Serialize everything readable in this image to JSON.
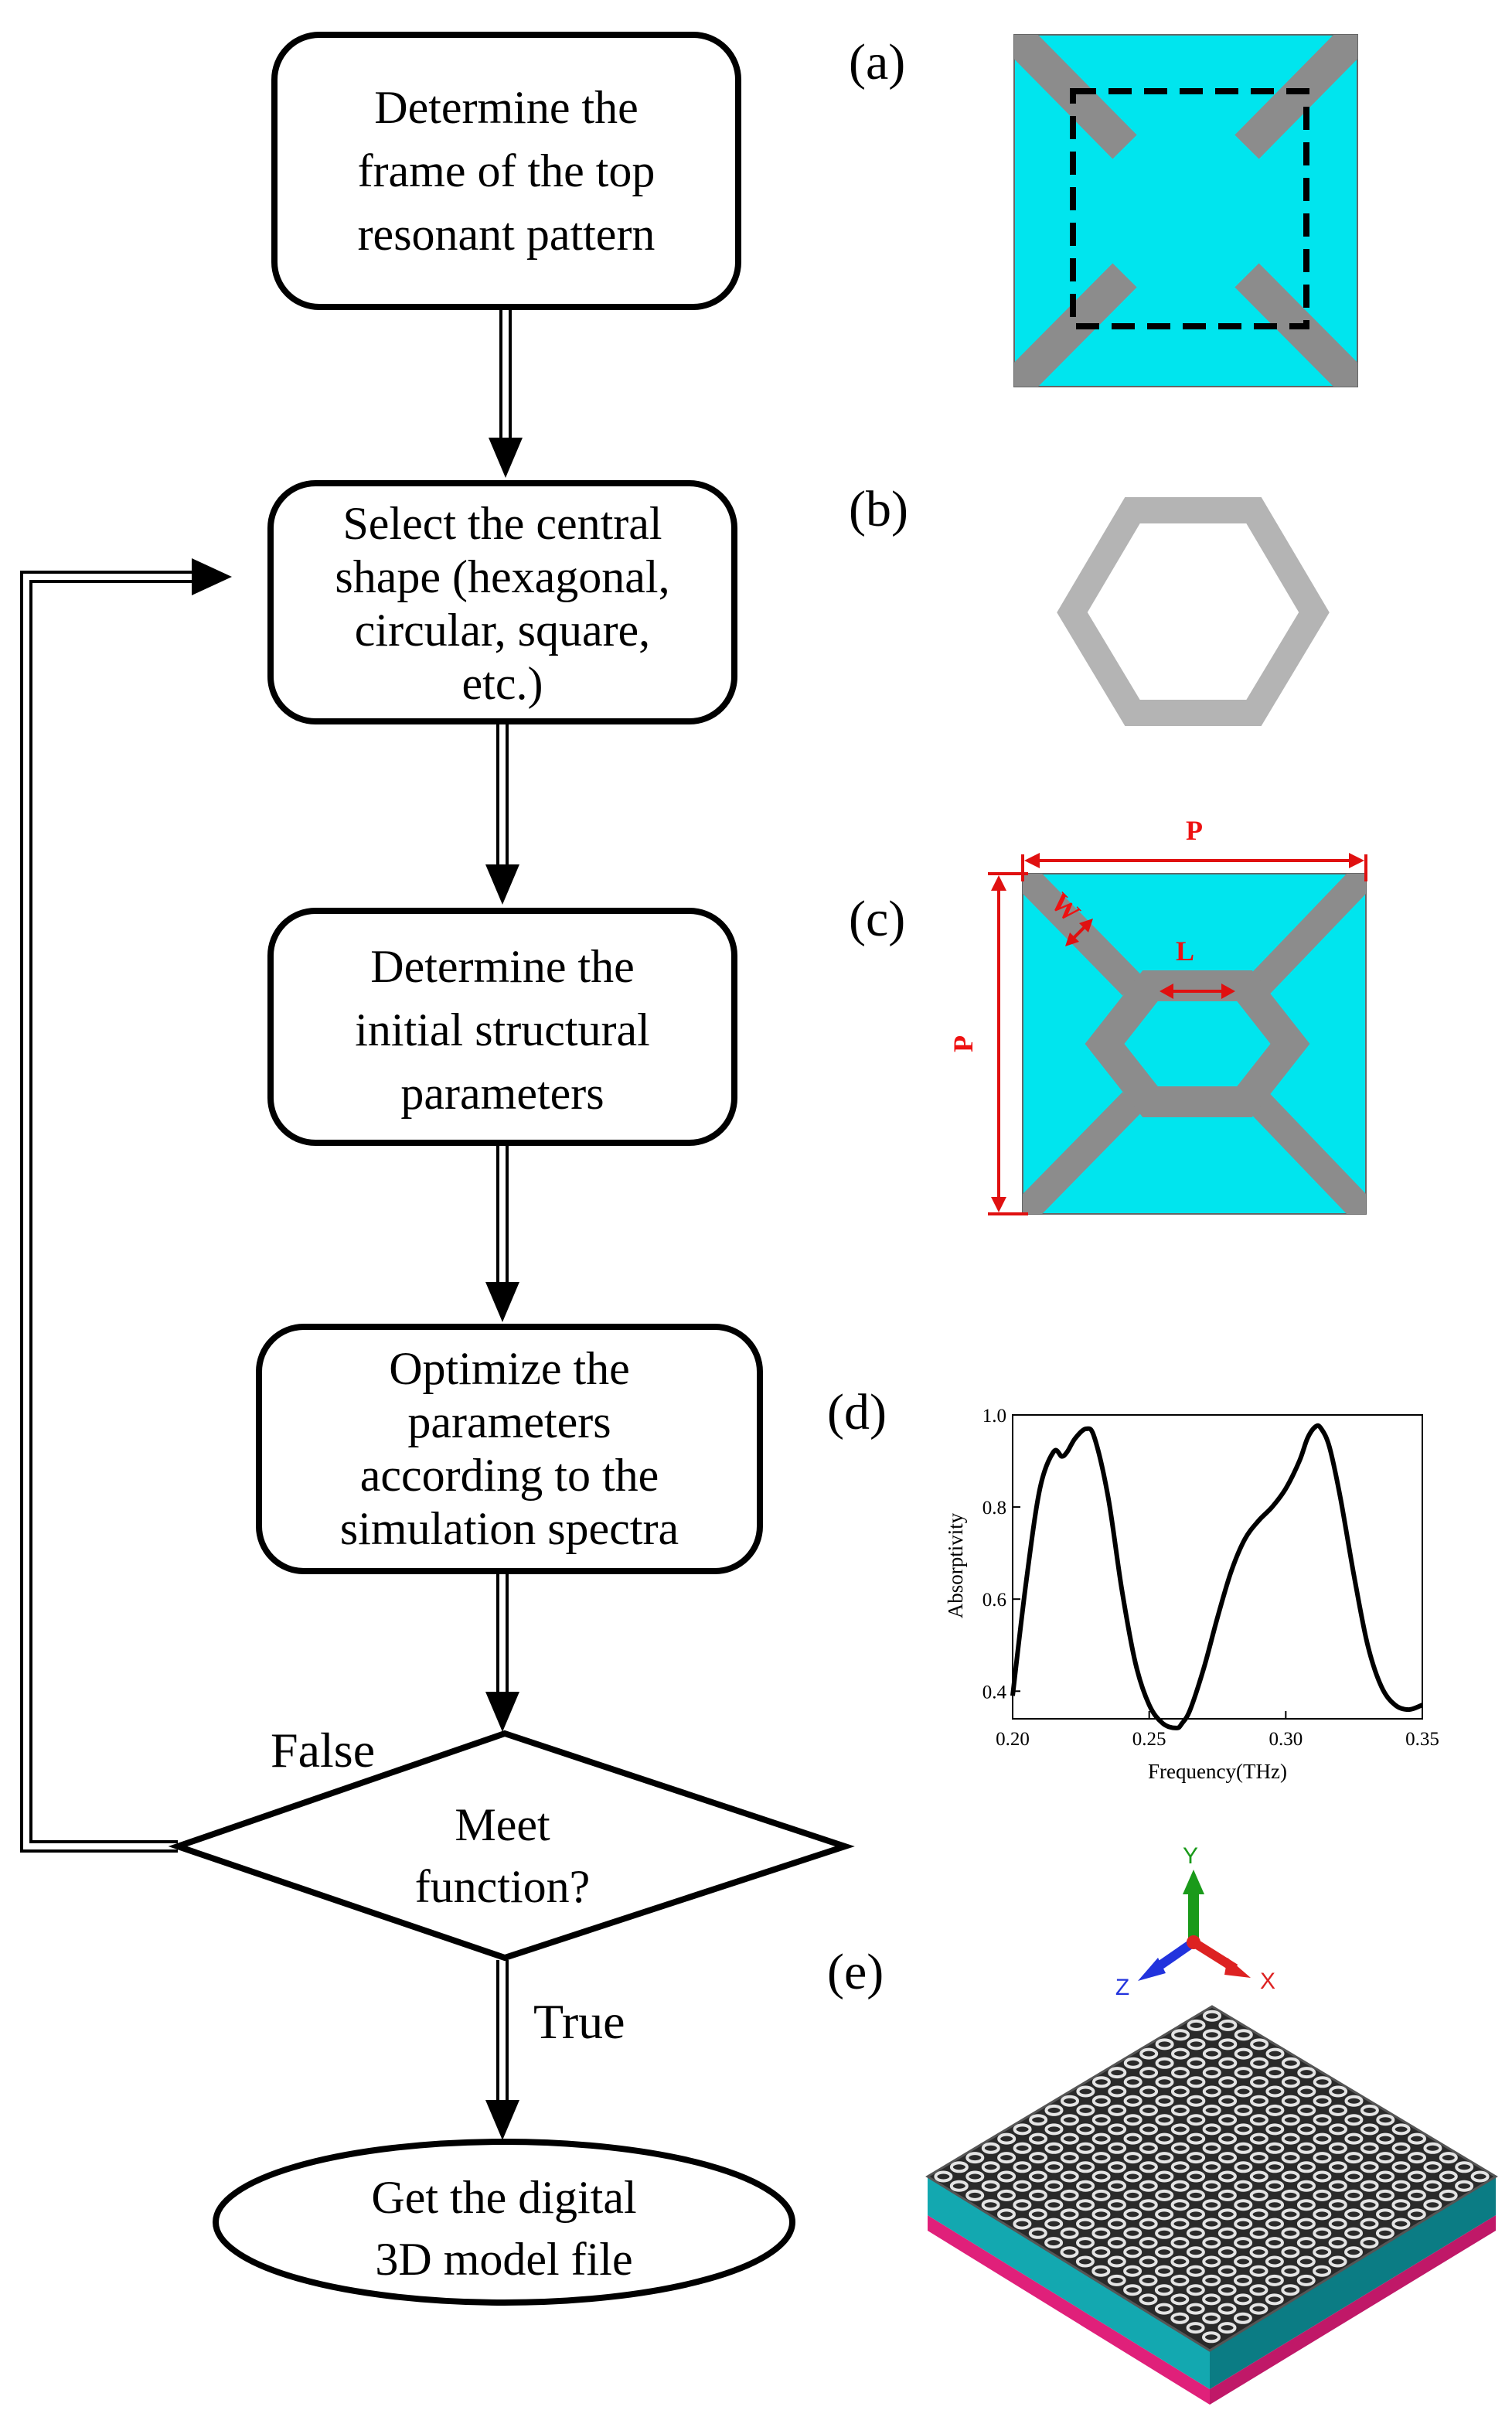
{
  "flowchart": {
    "steps": [
      {
        "lines": [
          "Determine the",
          "frame of the top",
          "resonant pattern"
        ]
      },
      {
        "lines": [
          "Select the central",
          "shape (hexagonal,",
          "circular, square,",
          "etc.)"
        ]
      },
      {
        "lines": [
          "Determine the",
          "initial structural",
          "parameters"
        ]
      },
      {
        "lines": [
          "Optimize the",
          "parameters",
          "according to the",
          "simulation spectra"
        ]
      }
    ],
    "decision": {
      "lines": [
        "Meet",
        "function?"
      ]
    },
    "false_label": "False",
    "true_label": "True",
    "end": {
      "lines": [
        "Get the digital",
        "3D model file"
      ]
    }
  },
  "panels": {
    "a": {
      "label": "(a)"
    },
    "b": {
      "label": "(b)"
    },
    "c": {
      "label": "(c)",
      "dim_period_top": "P",
      "dim_period_side": "P",
      "dim_width": "W",
      "dim_length": "L"
    },
    "d": {
      "label": "(d)"
    },
    "e": {
      "label": "(e)",
      "axes": {
        "y": "Y",
        "z": "Z",
        "x": "X"
      }
    }
  },
  "colors": {
    "dielectric": "#00e5ee",
    "metal": "#8c8c8c",
    "metal_light": "#b4b4b4",
    "dimension": "#e01010",
    "substrate_pink": "#e0207a",
    "slab_teal": "#0e9aa2",
    "axis_y": "#1a9a1a",
    "axis_z": "#2233dd",
    "axis_x": "#dd2222"
  },
  "chart_data": {
    "type": "line",
    "title": "",
    "xlabel": "Frequency(THz)",
    "ylabel": "Absorptivity",
    "xlim": [
      0.2,
      0.35
    ],
    "ylim": [
      0.34,
      1.0
    ],
    "xticks": [
      "0.20",
      "0.25",
      "0.30",
      "0.35"
    ],
    "yticks": [
      "0.4",
      "0.6",
      "0.8",
      "1.0"
    ],
    "series": [
      {
        "x": [
          0.2,
          0.205,
          0.21,
          0.215,
          0.218,
          0.22,
          0.223,
          0.227,
          0.23,
          0.235,
          0.24,
          0.245,
          0.25,
          0.255,
          0.26,
          0.262,
          0.265,
          0.27,
          0.275,
          0.28,
          0.285,
          0.29,
          0.295,
          0.3,
          0.305,
          0.308,
          0.311,
          0.313,
          0.316,
          0.32,
          0.325,
          0.33,
          0.335,
          0.34,
          0.345,
          0.35
        ],
        "y": [
          0.39,
          0.64,
          0.84,
          0.92,
          0.91,
          0.92,
          0.95,
          0.97,
          0.95,
          0.82,
          0.62,
          0.46,
          0.37,
          0.33,
          0.32,
          0.33,
          0.36,
          0.45,
          0.56,
          0.66,
          0.73,
          0.77,
          0.8,
          0.84,
          0.9,
          0.95,
          0.975,
          0.97,
          0.93,
          0.82,
          0.65,
          0.5,
          0.41,
          0.37,
          0.36,
          0.37
        ]
      }
    ]
  }
}
